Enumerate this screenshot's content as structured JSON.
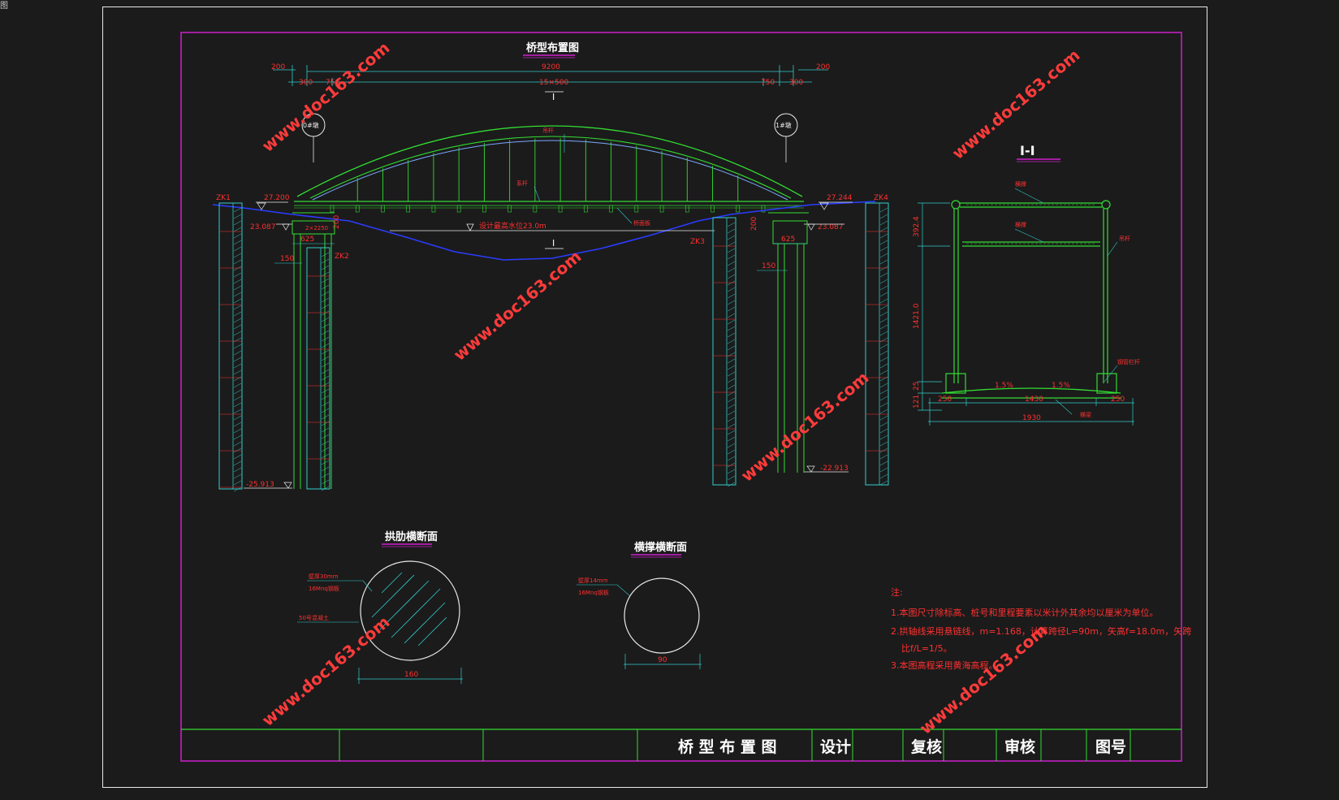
{
  "drawing": {
    "titles": {
      "main": "桥型布置图",
      "section": "I-I",
      "arch_rib_section": "拱肋横断面",
      "tie_section": "横撑横断面",
      "cut_mark": "I"
    },
    "dimensions": {
      "d200": "200",
      "d300": "300",
      "d750": "750",
      "span_total": "9200",
      "span_panels": "15×500",
      "rib_dia": "160",
      "tie_dia": "90",
      "sec_h1": "392.4",
      "sec_h2": "1421.0",
      "sec_h3": "25",
      "sec_h4": "121",
      "sec_w_side": "250",
      "sec_w_mid": "1430",
      "sec_w_total": "1930",
      "slope": "1.5%",
      "pier_w": "150",
      "cap_w": "625",
      "cap_h": "200"
    },
    "elevations": {
      "left_deck": "27.200",
      "right_deck": "27.244",
      "left_cap": "23.087",
      "right_cap": "23.087",
      "left_pile_bottom": "-25.913",
      "right_pile_bottom": "-22.913",
      "water_level": "设计最高水位23.0m"
    },
    "labels": {
      "pier0": "0#墩",
      "pier1": "1#墩",
      "zk1": "ZK1",
      "zk2": "ZK2",
      "zk3": "ZK3",
      "zk4": "ZK4",
      "hanger": "吊杆",
      "tie": "系杆",
      "deck_slab": "桥面板",
      "sec_top_brace": "横撑",
      "sec_mid_brace": "横撑",
      "sec_hanger": "吊杆",
      "sec_cross_beam": "横梁",
      "sec_railing": "钢管栏杆",
      "rib_wall": "壁厚30mm",
      "rib_steel": "16Mnq钢板",
      "rib_concrete": "50号混凝土",
      "tie_wall": "壁厚14mm",
      "tie_steel": "16Mnq钢板"
    },
    "notes": {
      "heading": "注:",
      "n1": "1.本图尺寸除标高、桩号和里程要素以米计外其余均以厘米为单位。",
      "n2a": "2.拱轴线采用悬链线，m=1.168，计算跨径L=90m，矢高f=18.0m，矢跨",
      "n2b": "比f/L=1/5。",
      "n3": "3.本图高程采用黄海高程。"
    },
    "title_block": {
      "drawing_name": "桥 型 布 置 图",
      "design": "设计",
      "review": "复核",
      "approve": "审核",
      "drawing_no": "图号"
    },
    "watermark": "www.doc163.com",
    "corner_glyph": "图",
    "colors": {
      "background": "#1b1b1b",
      "border_white": "#e8e8e8",
      "border_magenta": "#d020d0",
      "arch_green": "#33dd33",
      "dimension_cyan": "#33cccc",
      "text_red": "#ff3030",
      "river_blue": "#2a3cff"
    }
  }
}
